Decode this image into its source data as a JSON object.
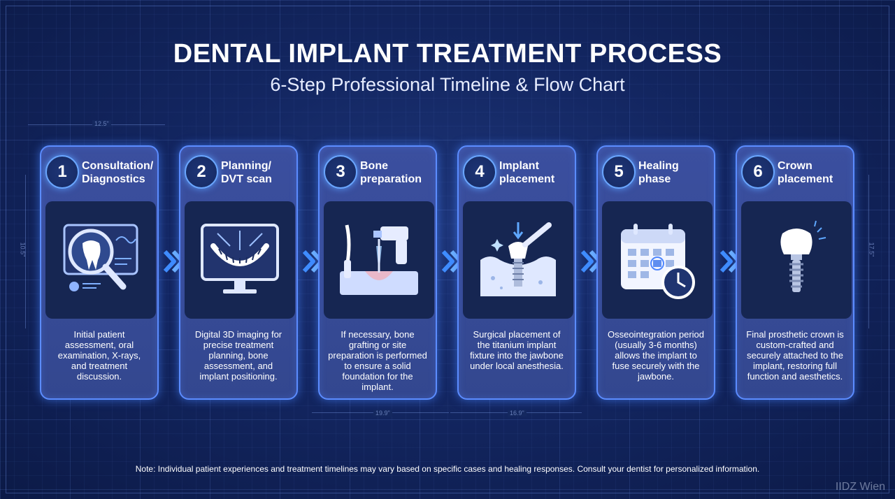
{
  "header": {
    "title": "DENTAL IMPLANT TREATMENT PROCESS",
    "subtitle": "6-Step Professional Timeline & Flow Chart"
  },
  "steps": [
    {
      "number": "1",
      "label": "Consultation/\nDiagnostics",
      "icon": "tooth-magnifier-icon",
      "description": "Initial patient assessment, oral examination, X-rays, and treatment discussion."
    },
    {
      "number": "2",
      "label": "Planning/\nDVT scan",
      "icon": "jaw-scan-monitor-icon",
      "description": "Digital 3D imaging for precise treatment planning, bone assessment, and implant positioning."
    },
    {
      "number": "3",
      "label": "Bone\npreparation",
      "icon": "dental-drill-icon",
      "description": "If necessary, bone grafting or site preparation is performed to ensure a solid foundation for the implant."
    },
    {
      "number": "4",
      "label": "Implant\nplacement",
      "icon": "implant-insertion-icon",
      "description": "Surgical placement of the titanium implant fixture into the jawbone under local anesthesia."
    },
    {
      "number": "5",
      "label": "Healing\nphase",
      "icon": "calendar-clock-icon",
      "description": "Osseointegration period (usually 3-6 months) allows the implant to fuse securely with the jawbone."
    },
    {
      "number": "6",
      "label": "Crown\nplacement",
      "icon": "implant-crown-icon",
      "description": "Final prosthetic crown is custom-crafted and securely attached to the implant, restoring full function and aesthetics."
    }
  ],
  "dimensions": [
    "12.5\"",
    "10.5\"",
    "19.9\"",
    "16.9\"",
    "17.5\""
  ],
  "note": "Note: Individual patient experiences and treatment timelines may vary based on specific cases and healing responses. Consult your dentist for personalized information.",
  "watermark": "IIDZ Wien",
  "colors": {
    "accent": "#5b8cff",
    "card": "#3b4f9f",
    "background": "#132661"
  }
}
